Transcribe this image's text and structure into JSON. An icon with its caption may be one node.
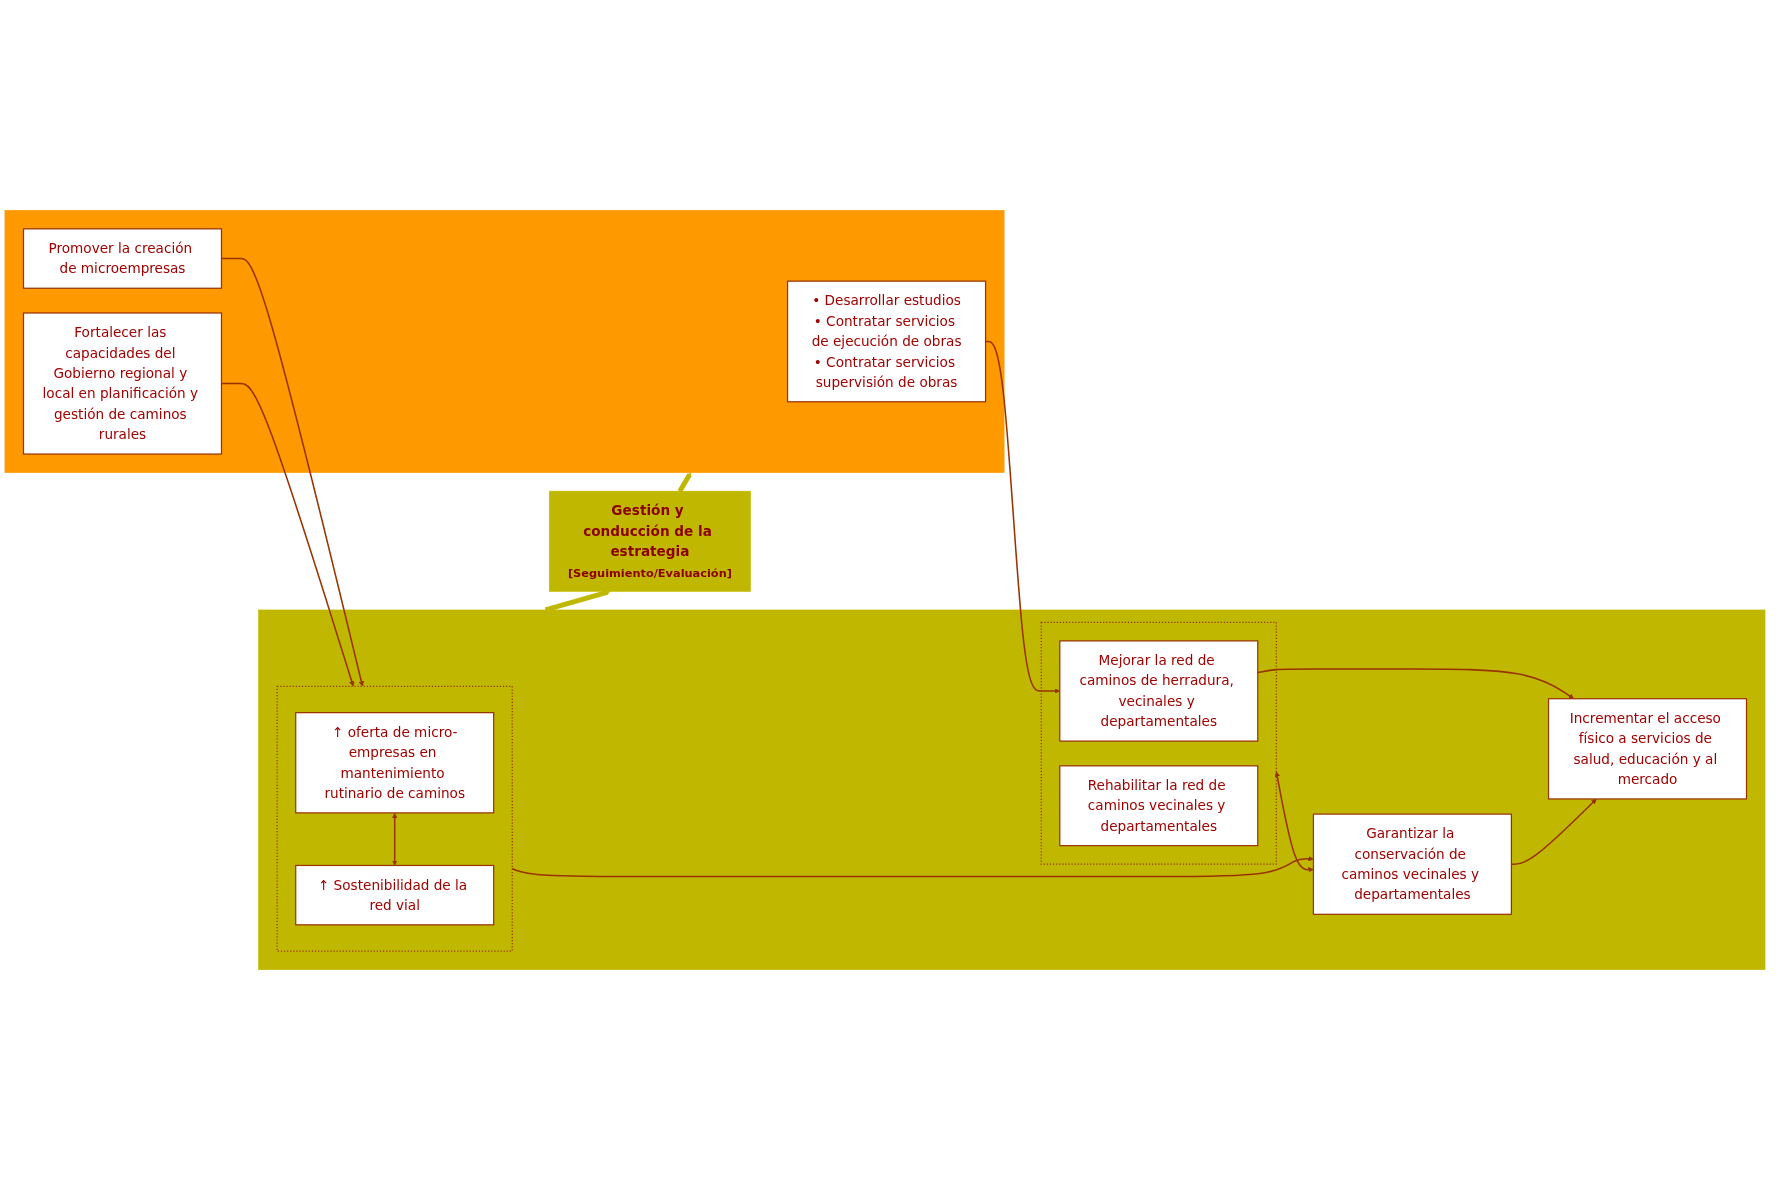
{
  "diagram": {
    "nodes": [
      {
        "text": [],
        "shape": "box"
      },
      {
        "text": [
          "• Desarrollar estudios",
          "• Contratar servicios de ejecución de obras",
          "• Contratar servicios supervisión de obras"
        ],
        "in": 0
      },
      {
        "text": [
          "Promover la creación de microempresas"
        ],
        "in": 0
      },
      {
        "text": [
          "Fortalecer las capacidades del Gobierno regional y local en planificación y gestión de caminos rurales"
        ],
        "in": 0
      },
      {
        "text": [],
        "shape": "box"
      },
      {
        "text": [],
        "shape": "box",
        "in": 4
      },
      {
        "text": [
          "Mejorar la red de caminos de herradura, vecinales y departamentales"
        ],
        "in": 5
      },
      {
        "text": [
          "Rehabilitar la red de caminos vecinales y departamentales"
        ],
        "in": 5
      },
      {
        "text": [],
        "shape": "box",
        "in": 4
      },
      {
        "text": [
          "↑ oferta de micro-empresas en mantenimiento rutinario de caminos"
        ],
        "in": 8
      },
      {
        "text": [
          "↑ Sostenibilidad de la red vial"
        ],
        "in": 8
      },
      {
        "text": [
          "Garantizar la conservación de caminos vecinales y departamentales"
        ],
        "in": 4
      },
      {
        "text": [
          "Incrementar el acceso físico a servicios de salud, educación y al mercado"
        ],
        "in": 4
      },
      {
        "text": [
          "Gestión y conducción de la estrategia",
          "[Seguimiento/Evaluación]"
        ]
      }
    ],
    "edges": [
      {
        "from": 1,
        "to": 6,
        "arrow": "to"
      },
      {
        "from": 2,
        "to": 8,
        "arrow": "to"
      },
      {
        "from": 3,
        "to": 8,
        "arrow": "to"
      },
      {
        "from": 8,
        "to": 11,
        "arrow": "to"
      },
      {
        "from": 5,
        "to": 11,
        "arrow": "both"
      },
      {
        "from": 9,
        "to": 10,
        "arrow": "both"
      },
      {
        "from": 6,
        "to": 12,
        "arrow": "to"
      },
      {
        "from": 11,
        "to": 12,
        "arrow": "to"
      },
      {
        "from": 4,
        "to": 13,
        "arrow": "to",
        "style": "thick",
        "color": "#c0b800"
      },
      {
        "from": 13,
        "to": 0,
        "arrow": "to",
        "style": "thick",
        "color": "#c0b800"
      }
    ]
  }
}
